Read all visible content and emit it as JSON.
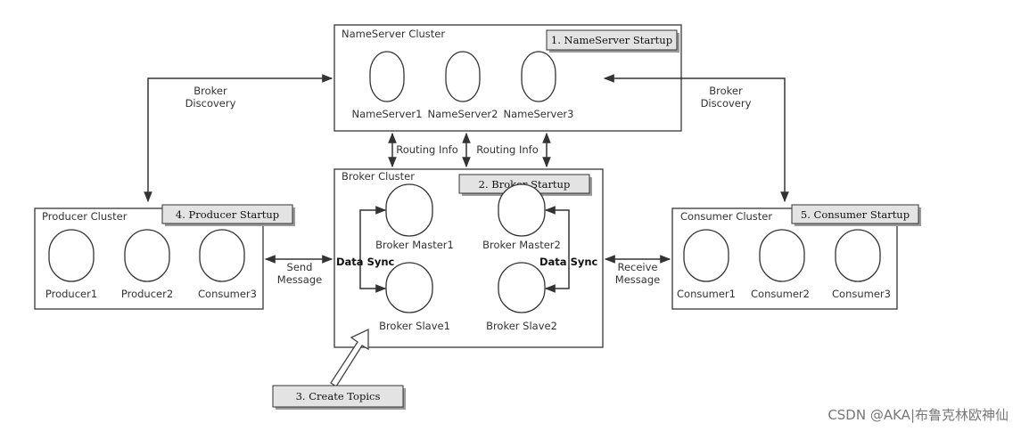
{
  "clusters": {
    "nameserver": {
      "title": "NameServer Cluster",
      "tag": "1. NameServer Startup",
      "nodes": [
        "NameServer1",
        "NameServer2",
        "NameServer3"
      ]
    },
    "broker": {
      "title": "Broker Cluster",
      "tag": "2. Broker Startup",
      "nodes": [
        "Broker Master1",
        "Broker Master2",
        "Broker Slave1",
        "Broker Slave2"
      ]
    },
    "producer": {
      "title": "Producer Cluster",
      "tag": "4. Producer Startup",
      "nodes": [
        "Producer1",
        "Producer2",
        "Consumer3"
      ]
    },
    "consumer": {
      "title": "Consumer Cluster",
      "tag": "5. Consumer Startup",
      "nodes": [
        "Consumer1",
        "Consumer2",
        "Consumer3"
      ]
    }
  },
  "labels": {
    "broker_discovery_left": [
      "Broker",
      "Discovery"
    ],
    "broker_discovery_right": [
      "Broker",
      "Discovery"
    ],
    "routing_info_left": "Routing Info",
    "routing_info_right": "Routing Info",
    "send_message": [
      "Send",
      "Message"
    ],
    "receive_message": [
      "Receive",
      "Message"
    ],
    "data_sync_left": "Data Sync",
    "data_sync_right": "Data Sync"
  },
  "create_topics": "3. Create Topics",
  "watermark": "CSDN @AKA|布鲁克林欧神仙"
}
